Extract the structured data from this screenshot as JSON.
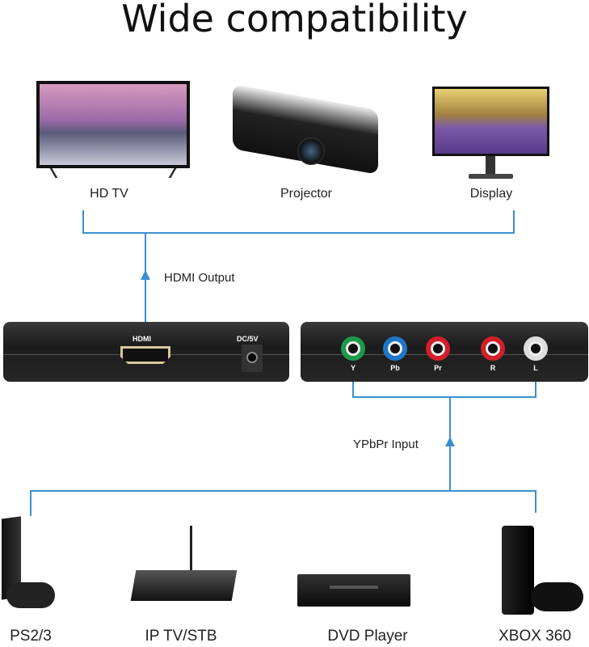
{
  "title": "Wide compatibility",
  "outputs": [
    {
      "label": "HD TV"
    },
    {
      "label": "Projector"
    },
    {
      "label": "Display"
    }
  ],
  "hdmi_output_label": "HDMI Output",
  "ypbpr_input_label": "YPbPr Input",
  "converter": {
    "hdmi": "HDMI",
    "dc": "DC/5V",
    "ports": [
      "Y",
      "Pb",
      "Pr",
      "R",
      "L"
    ]
  },
  "port_colors": [
    "#1e9a4a",
    "#1e78c8",
    "#d21f2a",
    "#d21f2a",
    "#dddddd"
  ],
  "inputs": [
    {
      "label": "PS2/3"
    },
    {
      "label": "IP TV/STB"
    },
    {
      "label": "DVD Player"
    },
    {
      "label": "XBOX 360"
    }
  ],
  "line_color": "#3b8fd1"
}
